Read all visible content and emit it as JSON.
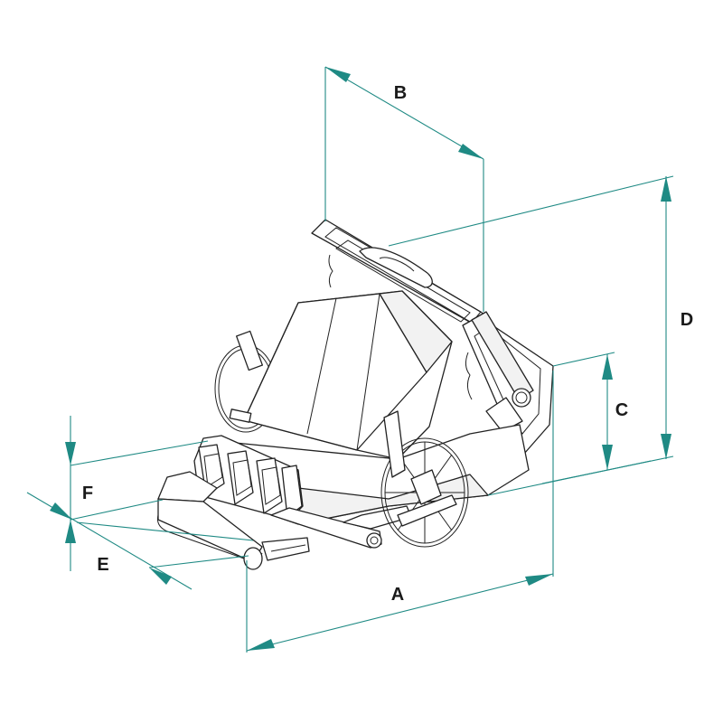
{
  "diagram": {
    "dimensions": [
      {
        "id": "A",
        "label": "A"
      },
      {
        "id": "B",
        "label": "B"
      },
      {
        "id": "C",
        "label": "C"
      },
      {
        "id": "D",
        "label": "D"
      },
      {
        "id": "E",
        "label": "E"
      },
      {
        "id": "F",
        "label": "F"
      }
    ],
    "colors": {
      "dimension_line": "#1f8a84",
      "outline": "#222222",
      "background": "#ffffff"
    }
  }
}
